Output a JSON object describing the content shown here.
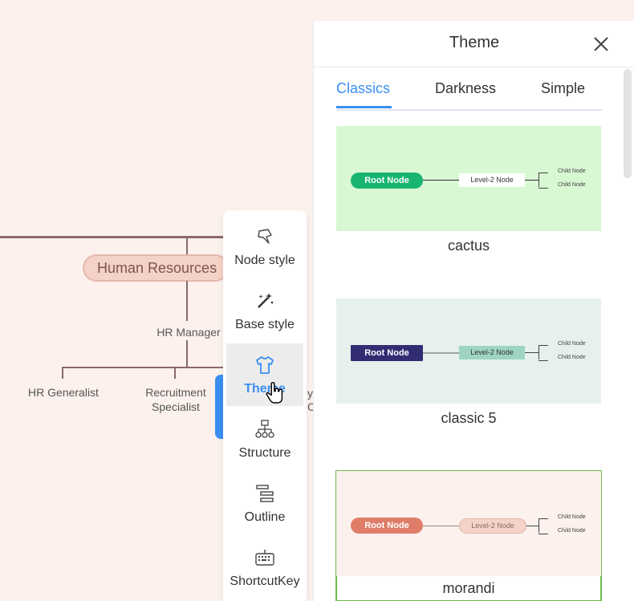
{
  "mindmap": {
    "hr_node": "Human Resources",
    "hr_manager": "HR Manager",
    "hr_generalist": "HR Generalist",
    "recruitment_specialist": "Recruitment Specialist",
    "fragment_top": "y",
    "fragment_bottom": "C"
  },
  "toolbar": {
    "items": [
      {
        "label": "Node style",
        "icon": "node-style-icon"
      },
      {
        "label": "Base style",
        "icon": "base-style-icon"
      },
      {
        "label": "Theme",
        "icon": "theme-icon",
        "active": true
      },
      {
        "label": "Structure",
        "icon": "structure-icon"
      },
      {
        "label": "Outline",
        "icon": "outline-icon"
      },
      {
        "label": "ShortcutKey",
        "icon": "keyboard-icon"
      }
    ]
  },
  "panel": {
    "title": "Theme",
    "tabs": [
      {
        "label": "Classics",
        "active": true
      },
      {
        "label": "Darkness"
      },
      {
        "label": "Simple"
      }
    ],
    "themes": [
      {
        "name": "cactus",
        "root_label": "Root Node",
        "level2_label": "Level-2 Node",
        "child_labels": [
          "Child Node",
          "Child Node"
        ],
        "bg": "#d8f7d3",
        "root_color": "#17b570",
        "level2_bg": "#ffffff",
        "line_color": "#333333"
      },
      {
        "name": "classic 5",
        "root_label": "Root Node",
        "level2_label": "Level-2 Node",
        "child_labels": [
          "Child Node",
          "Child Node"
        ],
        "bg": "#e6f1ee",
        "root_color": "#322d73",
        "level2_bg": "#9ed5c0",
        "line_color": "#9aa5a5"
      },
      {
        "name": "morandi",
        "root_label": "Root Node",
        "level2_label": "Level-2 Node",
        "child_labels": [
          "Child Node",
          "Child Node"
        ],
        "bg": "#fcf1ed",
        "root_color": "#df7d68",
        "level2_bg": "#f4d2c8",
        "line_color": "#9a8a88",
        "selected": true
      }
    ]
  },
  "colors": {
    "accent": "#3a8ff0",
    "canvas_bg": "#fcf1ed",
    "selected_outline": "#6dbb4c"
  }
}
